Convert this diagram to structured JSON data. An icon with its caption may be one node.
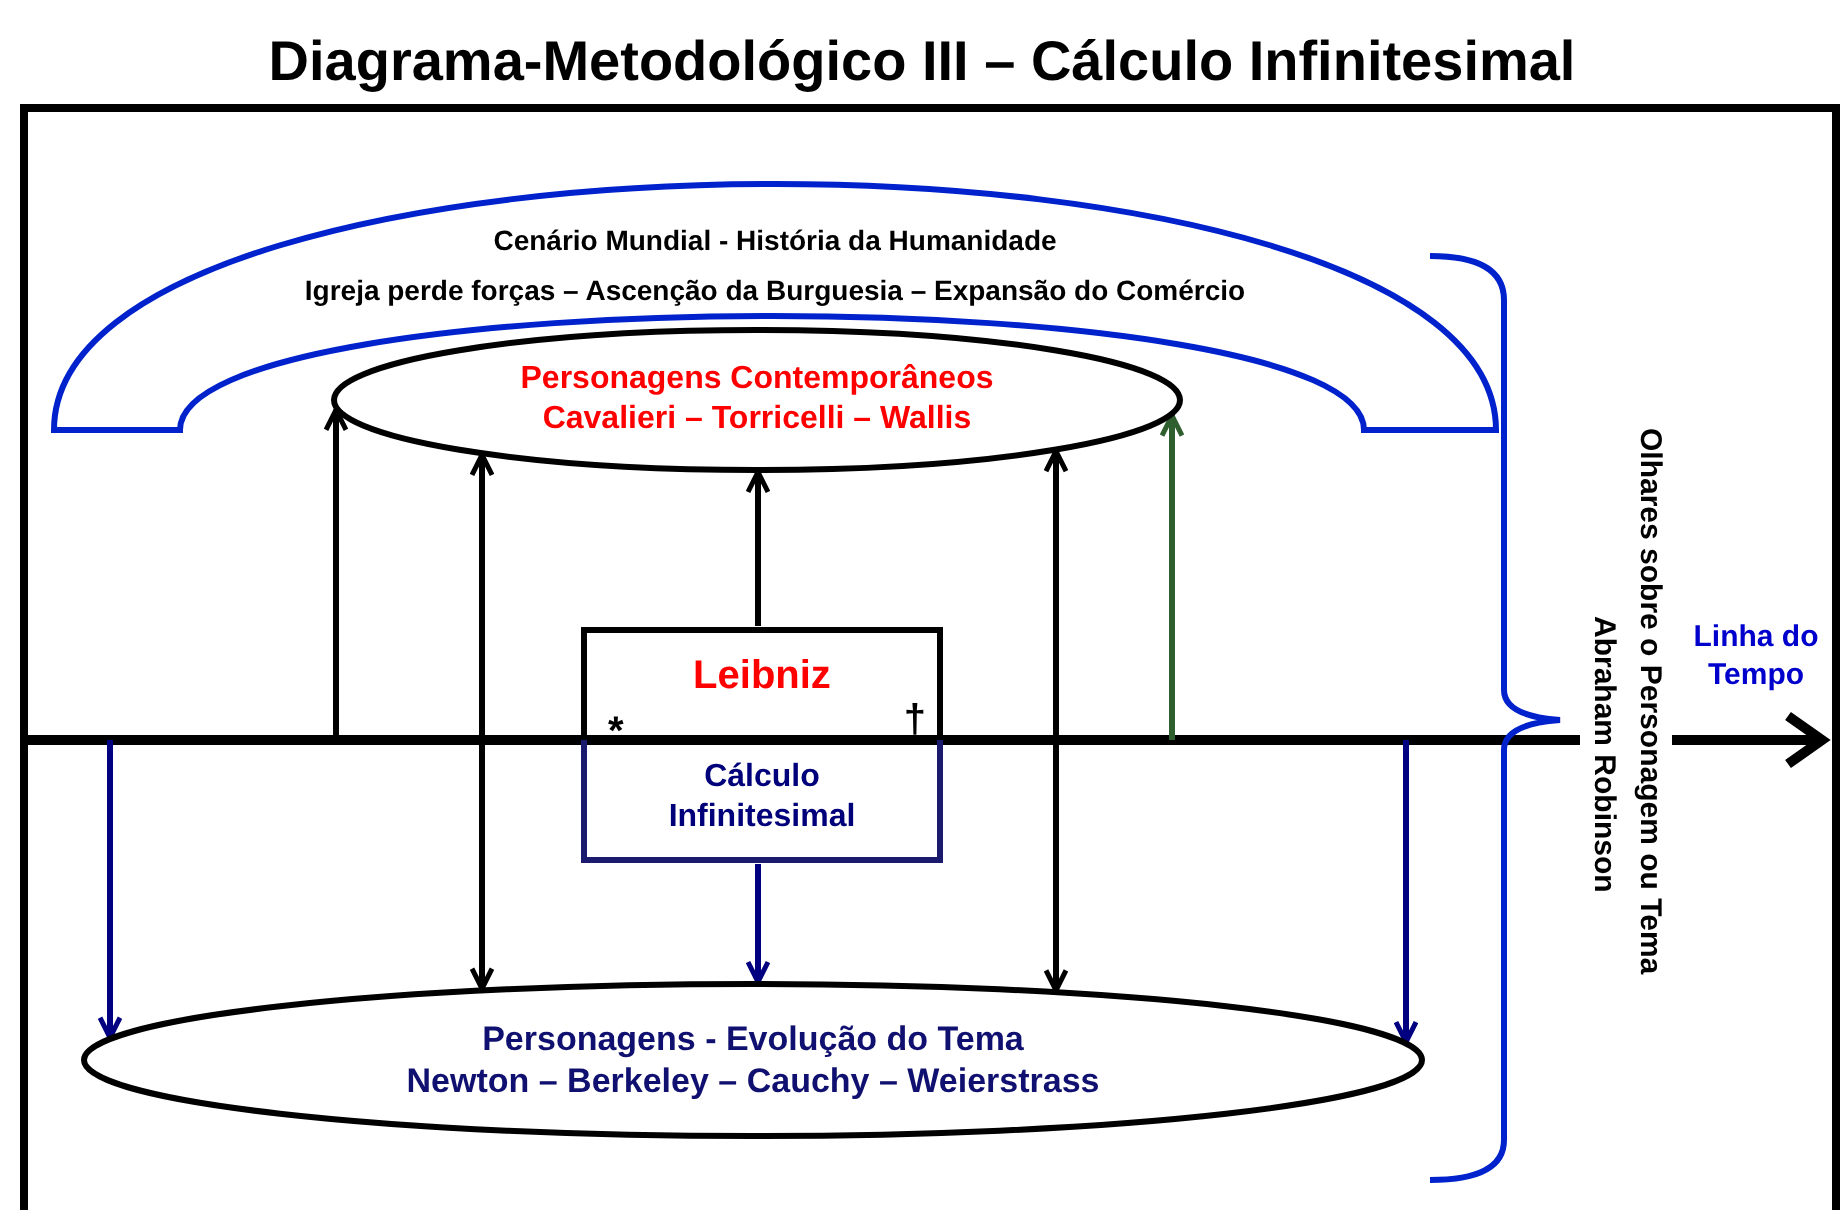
{
  "diagram": {
    "title": "Diagrama-Metodológico III – Cálculo Infinitesimal",
    "nodes": [
      {
        "text": [
          "Cenário Mundial - História da Humanidade",
          "Igreja perde forças – Ascenção da Burguesia – Expansão do Comércio"
        ]
      },
      {
        "text": [
          "Personagens Contemporâneos",
          "Cavalieri – Torricelli – Wallis"
        ]
      },
      {
        "text": [
          "Leibniz",
          "*",
          "†",
          "Cálculo Infinitesimal"
        ]
      },
      {
        "text": [
          "Personagens - Evolução do Tema",
          "Newton – Berkeley – Cauchy – Weierstrass"
        ]
      }
    ],
    "edges": [
      {
        "from": null,
        "to": 1,
        "arrow": "to"
      },
      {
        "from": 3,
        "to": 1,
        "arrow": "both"
      },
      {
        "from": 2,
        "to": 1,
        "arrow": "to"
      },
      {
        "from": 3,
        "to": 1,
        "arrow": "both"
      },
      {
        "from": null,
        "to": 1,
        "arrow": "to",
        "color": "#2f5f2f"
      },
      {
        "from": null,
        "to": 3,
        "arrow": "to",
        "color": "#000080"
      },
      {
        "from": 2,
        "to": 3,
        "arrow": "to",
        "color": "#000080"
      },
      {
        "from": null,
        "to": 3,
        "arrow": "to",
        "color": "#000080"
      }
    ],
    "labels": [
      "Linha do Tempo",
      "Olhares sobre o Personagem ou Tema",
      "Abraham Robinson"
    ]
  }
}
